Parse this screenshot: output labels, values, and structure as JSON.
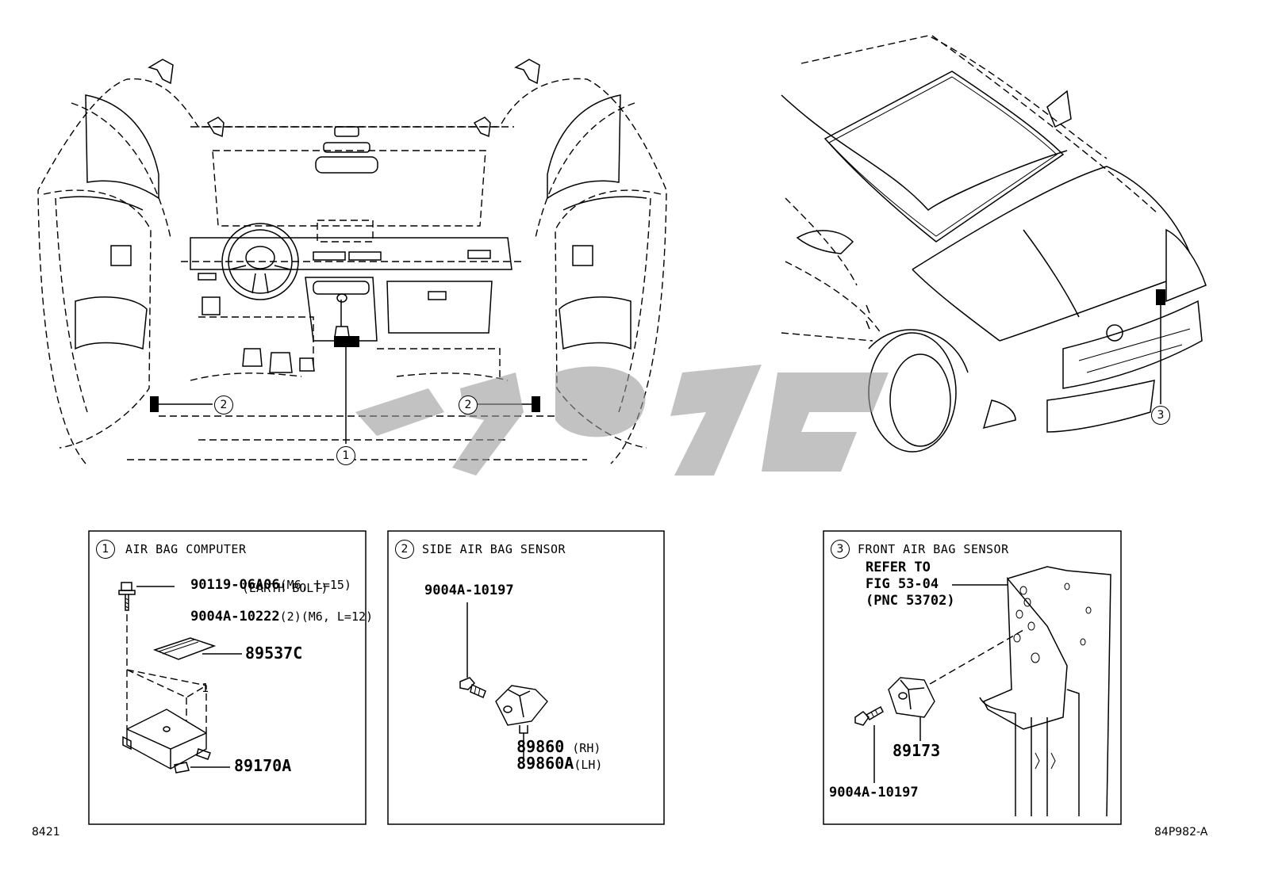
{
  "callouts": {
    "one": "1",
    "two": "2",
    "three": "3"
  },
  "panel1": {
    "number": "1",
    "title": "AIR BAG COMPUTER",
    "bolt_part": "90119-06A06",
    "bolt_spec": "(M6, L=15)",
    "bolt_note": "(EARTH BOLT)",
    "bolt2_part": "9004A-10222",
    "bolt2_qty": "(2)",
    "bolt2_spec": "(M6, L=12)",
    "label_part": "89537C",
    "qty": "1",
    "computer_part": "89170A"
  },
  "panel2": {
    "number": "2",
    "title": "SIDE AIR BAG SENSOR",
    "bolt_part": "9004A-10197",
    "rh_part": "89860",
    "rh_side": "(RH)",
    "lh_part": "89860A",
    "lh_side": "(LH)"
  },
  "panel3": {
    "number": "3",
    "title": "FRONT AIR BAG SENSOR",
    "refer_1": "REFER TO",
    "refer_2": "FIG 53-04",
    "refer_3": "(PNC 53702)",
    "sensor_part": "89173",
    "bolt_part": "9004A-10197"
  },
  "footer": {
    "left_code": "8421",
    "right_code": "84P982-A"
  }
}
